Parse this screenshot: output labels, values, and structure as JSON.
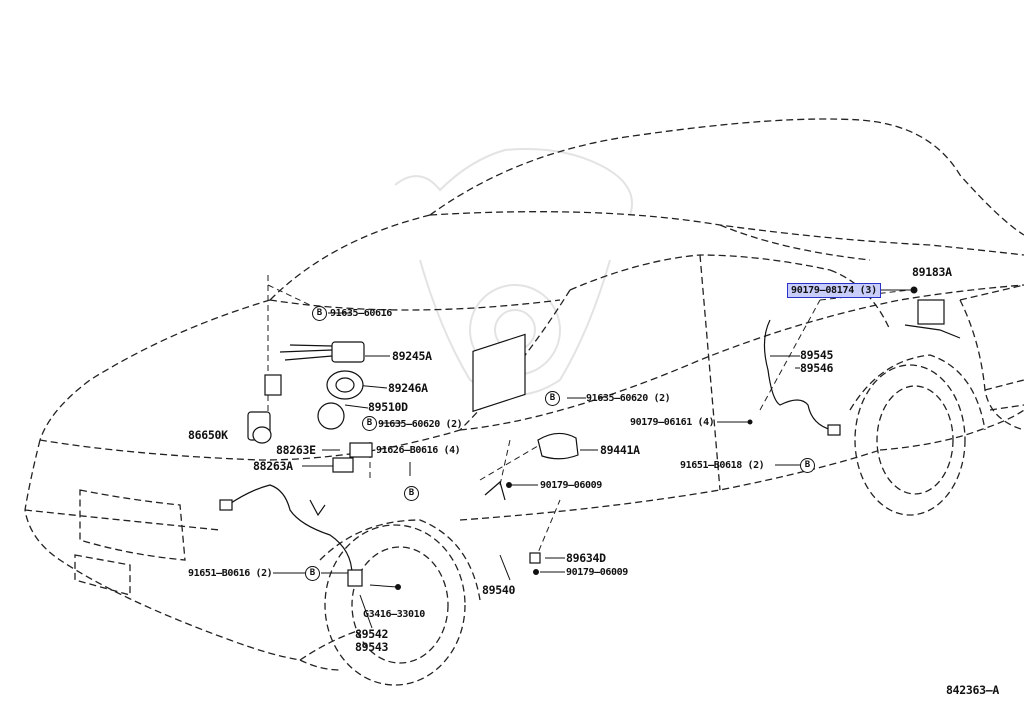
{
  "diagram": {
    "figure_id": "842363–A",
    "bolt_symbol": "B",
    "callouts": {
      "p91635_60616": "91635–60616",
      "p89245A": "89245A",
      "p89246A": "89246A",
      "p89510D": "89510D",
      "p91635_60620_a": "91635–60620 (2)",
      "p86650K": "86650K",
      "p88263E": "88263E",
      "p88263A": "88263A",
      "p91626_B0616": "91626–B0616 (4)",
      "p91635_60620_b": "91635–60620 (2)",
      "p89441A": "89441A",
      "p90179_06009_a": "90179–06009",
      "p90179_08174": "90179–08174 (3)",
      "p89183A": "89183A",
      "p89545": "89545",
      "p89546": "89546",
      "p90179_06161": "90179–06161 (4)",
      "p91651_B0618": "91651–B0618 (2)",
      "p89634D": "89634D",
      "p90179_06009_b": "90179–06009",
      "p89540": "89540",
      "p91651_B0616": "91651–B0616 (2)",
      "p90179_33010": "G3416–33010",
      "p89542": "89542",
      "p89543": "89543"
    },
    "highlight_color": "#c9cdfa",
    "highlight_border": "#2a31c9"
  }
}
